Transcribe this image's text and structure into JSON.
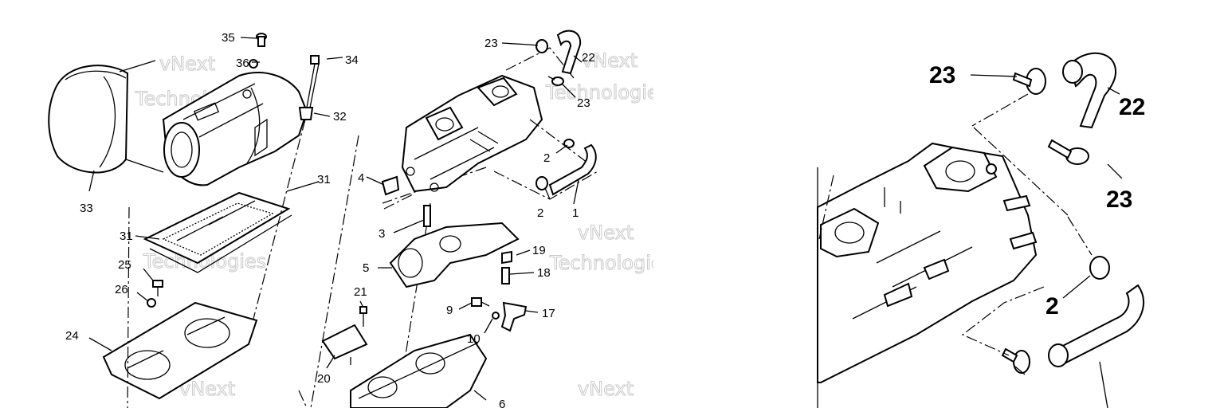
{
  "left_diagram": {
    "callouts": [
      {
        "id": "c35",
        "text": "35"
      },
      {
        "id": "c36",
        "text": "36"
      },
      {
        "id": "c34",
        "text": "34"
      },
      {
        "id": "c32",
        "text": "32"
      },
      {
        "id": "c33",
        "text": "33"
      },
      {
        "id": "c31a",
        "text": "31"
      },
      {
        "id": "c31b",
        "text": "31"
      },
      {
        "id": "c25",
        "text": "25"
      },
      {
        "id": "c26",
        "text": "26"
      },
      {
        "id": "c24",
        "text": "24"
      },
      {
        "id": "c23a",
        "text": "23"
      },
      {
        "id": "c22",
        "text": "22"
      },
      {
        "id": "c23b",
        "text": "23"
      },
      {
        "id": "c2a",
        "text": "2"
      },
      {
        "id": "c4",
        "text": "4"
      },
      {
        "id": "c2b",
        "text": "2"
      },
      {
        "id": "c1",
        "text": "1"
      },
      {
        "id": "c3",
        "text": "3"
      },
      {
        "id": "c5",
        "text": "5"
      },
      {
        "id": "c19",
        "text": "19"
      },
      {
        "id": "c18",
        "text": "18"
      },
      {
        "id": "c21",
        "text": "21"
      },
      {
        "id": "c9",
        "text": "9"
      },
      {
        "id": "c17",
        "text": "17"
      },
      {
        "id": "c10",
        "text": "10"
      },
      {
        "id": "c20",
        "text": "20"
      },
      {
        "id": "c6",
        "text": "6"
      }
    ],
    "watermark_line1": "vNext",
    "watermark_line2": "Technologies"
  },
  "right_diagram": {
    "callouts": [
      {
        "id": "r23a",
        "text": "23"
      },
      {
        "id": "r22",
        "text": "22"
      },
      {
        "id": "r23b",
        "text": "23"
      },
      {
        "id": "r2",
        "text": "2"
      }
    ]
  }
}
